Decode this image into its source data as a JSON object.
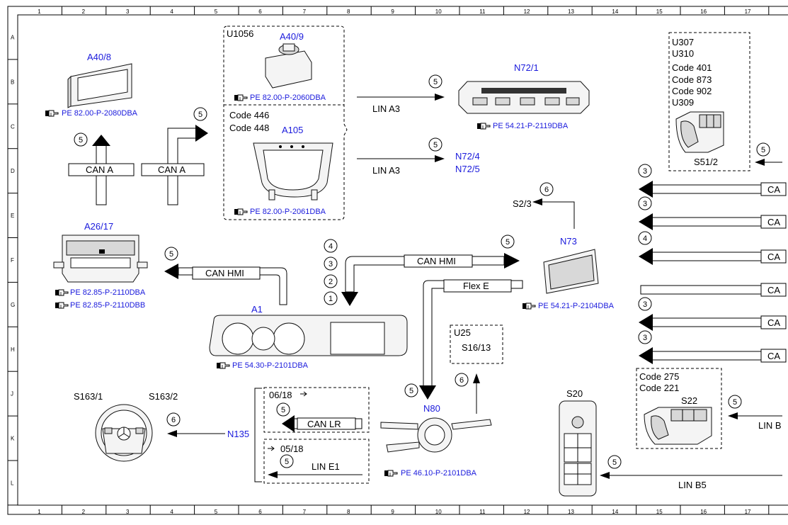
{
  "grid": {
    "columns": [
      "1",
      "2",
      "3",
      "4",
      "5",
      "6",
      "7",
      "8",
      "9",
      "10",
      "11",
      "12",
      "13",
      "14",
      "15",
      "16",
      "17"
    ],
    "rows": [
      "A",
      "B",
      "C",
      "D",
      "E",
      "F",
      "G",
      "H",
      "J",
      "K",
      "L"
    ]
  },
  "components": {
    "a40_8": {
      "label": "A40/8",
      "ref": "PE 82.00-P-2080DBA"
    },
    "u1056": {
      "label": "U1056"
    },
    "a40_9": {
      "label": "A40/9",
      "ref": "PE 82.00-P-2060DBA"
    },
    "code446": {
      "label": "Code 446"
    },
    "code448": {
      "label": "Code 448"
    },
    "a105": {
      "label": "A105",
      "ref": "PE 82.00-P-2061DBA"
    },
    "n72_1": {
      "label": "N72/1",
      "ref": "PE 54.21-P-2119DBA"
    },
    "n72_4": {
      "label": "N72/4"
    },
    "n72_5": {
      "label": "N72/5"
    },
    "u307": {
      "label": "U307"
    },
    "u310": {
      "label": "U310"
    },
    "code401": {
      "label": "Code 401"
    },
    "code873": {
      "label": "Code 873"
    },
    "code902": {
      "label": "Code 902"
    },
    "u309": {
      "label": "U309"
    },
    "s51_2": {
      "label": "S51/2"
    },
    "a26_17": {
      "label": "A26/17",
      "ref1": "PE 82.85-P-2110DBA",
      "ref2": "PE 82.85-P-2110DBB"
    },
    "s2_3": {
      "label": "S2/3"
    },
    "n73": {
      "label": "N73",
      "ref": "PE 54.21-P-2104DBA"
    },
    "a1": {
      "label": "A1",
      "ref": "PE 54.30-P-2101DBA"
    },
    "u25": {
      "label": "U25"
    },
    "s16_13": {
      "label": "S16/13"
    },
    "s163_1": {
      "label": "S163/1"
    },
    "s163_2": {
      "label": "S163/2"
    },
    "n135": {
      "label": "N135"
    },
    "v0618": {
      "label": "06/18"
    },
    "v0518": {
      "label": "05/18"
    },
    "n80": {
      "label": "N80",
      "ref": "PE 46.10-P-2101DBA"
    },
    "s20": {
      "label": "S20"
    },
    "code275": {
      "label": "Code 275"
    },
    "code221": {
      "label": "Code 221"
    },
    "s22": {
      "label": "S22"
    }
  },
  "buses": {
    "can_a": "CAN A",
    "can_hmi": "CAN HMI",
    "lin_a3": "LIN A3",
    "flex_e": "Flex E",
    "can_lr": "CAN LR",
    "lin_e1": "LIN E1",
    "lin_b5": "LIN B5",
    "can_trunc": "CA",
    "lin_b_trunc": "LIN B"
  },
  "circle_numbers": {
    "one": "1",
    "two": "2",
    "three": "3",
    "four": "4",
    "five": "5",
    "six": "6"
  },
  "icons": {
    "reference": "pointing-hand-icon"
  }
}
